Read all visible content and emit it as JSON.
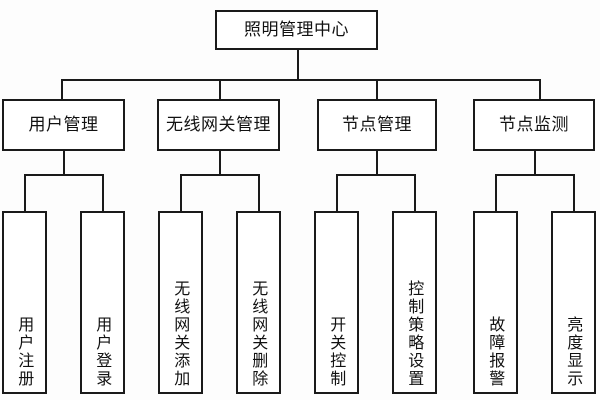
{
  "diagram": {
    "type": "tree-hierarchy",
    "title": "照明管理中心",
    "levels": 3,
    "root": {
      "label": "照明管理中心",
      "orientation": "horizontal"
    },
    "branches": [
      {
        "label": "用户管理",
        "orientation": "horizontal",
        "children": [
          {
            "label": "用户注册",
            "orientation": "vertical"
          },
          {
            "label": "用户登录",
            "orientation": "vertical"
          }
        ]
      },
      {
        "label": "无线网关管理",
        "orientation": "horizontal",
        "children": [
          {
            "label": "无线网关添加",
            "orientation": "vertical"
          },
          {
            "label": "无线网关删除",
            "orientation": "vertical"
          }
        ]
      },
      {
        "label": "节点管理",
        "orientation": "horizontal",
        "children": [
          {
            "label": "开关控制",
            "orientation": "vertical"
          },
          {
            "label": "控制策略设置",
            "orientation": "vertical"
          }
        ]
      },
      {
        "label": "节点监测",
        "orientation": "horizontal",
        "children": [
          {
            "label": "故障报警",
            "orientation": "vertical"
          },
          {
            "label": "亮度显示",
            "orientation": "vertical"
          }
        ]
      }
    ],
    "colors": {
      "background": "#fdfdfd",
      "box_fill": "#ffffff",
      "line": "#1a1a1a",
      "text": "#111111"
    }
  }
}
